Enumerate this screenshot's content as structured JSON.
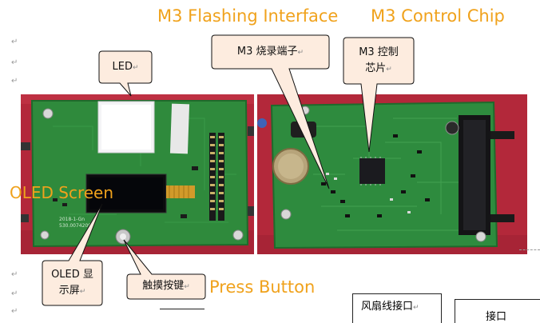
{
  "headings": {
    "flashing_en": "M3 Flashing Interface",
    "chip_en": "M3 Control Chip",
    "oled_en": "OLED Screen",
    "button_en": "Press Button"
  },
  "callouts": {
    "led": "LED",
    "flashing_port": "M3 烧录端子",
    "chip_line1": "M3 控制",
    "chip_line2": "芯片",
    "oled_line1": "OLED 显",
    "oled_line2": "示屏",
    "touch_button": "触摸按键"
  },
  "paragraph_mark": "↵",
  "table": {
    "cell1": "风扇线接口",
    "cell2": "接口"
  },
  "board_silkscreen": {
    "pcb_label_1": "2018-1-Gn",
    "pcb_label_2": "530.0074209"
  },
  "colors": {
    "heading": "#f0a21c",
    "callout_fill": "#fdecdf",
    "pcb": "#2f8a3c",
    "background_red": "#b3283a"
  }
}
